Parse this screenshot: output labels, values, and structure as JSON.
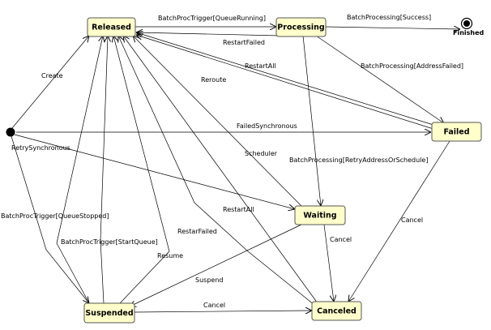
{
  "states": {
    "released": "Released",
    "processing": "Processing",
    "failed": "Failed",
    "waiting": "Waiting",
    "suspended": "Suspended",
    "canceled": "Canceled",
    "finished": "Finished"
  },
  "transitions": {
    "batch_proc_trigger_queue_running": "BatchProcTrigger[QueueRunning]",
    "batch_processing_success": "BatchProcessing[Success]",
    "restart_failed_1": "RestartFailed",
    "restart_all_1": "RestartAll",
    "reroute": "Reroute",
    "batch_processing_address_failed": "BatchProcessing[AddressFailed]",
    "create": "Create",
    "failed_synchronous": "FailedSynchronous",
    "retry_synchronous": "RetrySynchronous",
    "scheduler": "Scheduler",
    "batch_processing_retry": "BatchProcessing[RetryAddressOrSchedule]",
    "batch_proc_trigger_queue_stopped": "BatchProcTrigger[QueueStopped]",
    "restart_all_2": "RestartAll",
    "cancel_failed": "Cancel",
    "restart_failed_2": "RestarFailed",
    "batch_proc_trigger_start_queue": "BatchProcTrigger[StartQueue]",
    "resume": "Resume",
    "cancel_waiting": "Cancel",
    "suspend": "Suspend",
    "cancel_suspended": "Cancel"
  }
}
